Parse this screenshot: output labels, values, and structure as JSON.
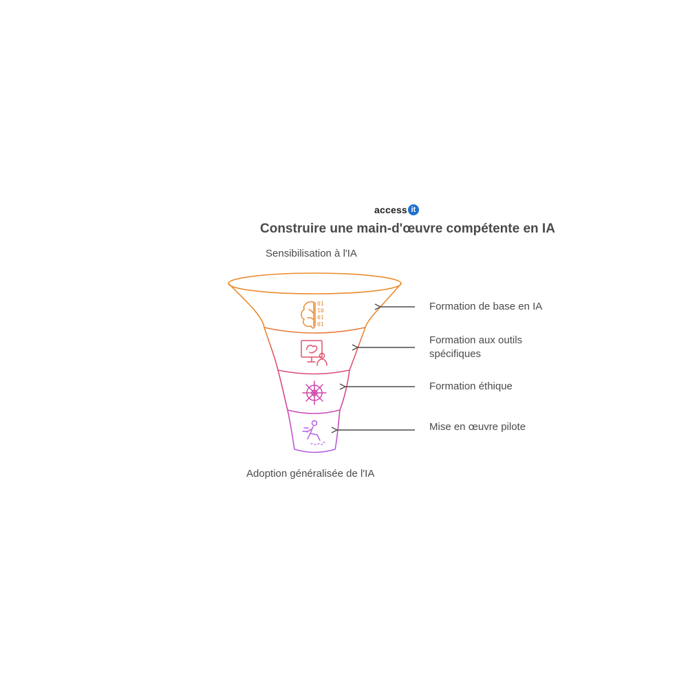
{
  "logo": {
    "text": "access",
    "mark": "it"
  },
  "title": "Construire une main-d'œuvre compétente en IA",
  "top_label": "Sensibilisation à l'IA",
  "bottom_label": "Adoption généralisée de l'IA",
  "stages": [
    {
      "label": "Formation de base en IA",
      "icon": "brain-binary-icon",
      "color": "#e8892f"
    },
    {
      "label": "Formation aux outils spécifiques",
      "icon": "presentation-screen-icon",
      "color": "#e0516a"
    },
    {
      "label": "Formation éthique",
      "icon": "ship-wheel-icon",
      "color": "#cf44a8"
    },
    {
      "label": "Mise en œuvre pilote",
      "icon": "person-sitting-icon",
      "color": "#b15fe6"
    }
  ],
  "colors": {
    "text": "#4a4a4a",
    "logo_blue": "#1f6fd1",
    "arrow": "#4a4a4a"
  }
}
